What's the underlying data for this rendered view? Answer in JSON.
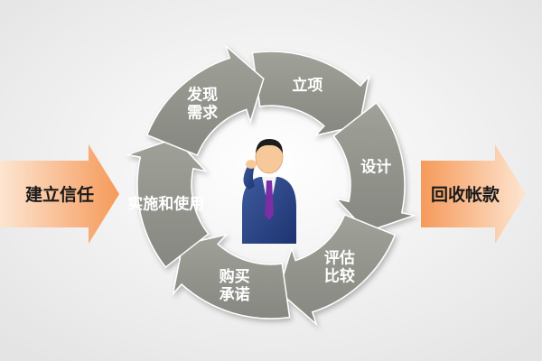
{
  "diagram": {
    "left_arrow": {
      "label": "建立信任"
    },
    "right_arrow": {
      "label": "回收帐款"
    },
    "cycle": [
      {
        "id": "lixiang",
        "label": [
          "立项"
        ]
      },
      {
        "id": "sheji",
        "label": [
          "设计"
        ]
      },
      {
        "id": "pinggu",
        "label": [
          "评估",
          "比较"
        ]
      },
      {
        "id": "goumai",
        "label": [
          "购买",
          "承诺"
        ]
      },
      {
        "id": "shishi",
        "label": [
          "实施和使用"
        ]
      },
      {
        "id": "faxian",
        "label": [
          "发现",
          "需求"
        ]
      }
    ],
    "center_icon": "businessman-icon",
    "colors": {
      "segment": "#8f9189",
      "segment_light": "#a3a59d",
      "arrow_orange": "#f5a46c",
      "background": "#f2f2f2"
    }
  }
}
